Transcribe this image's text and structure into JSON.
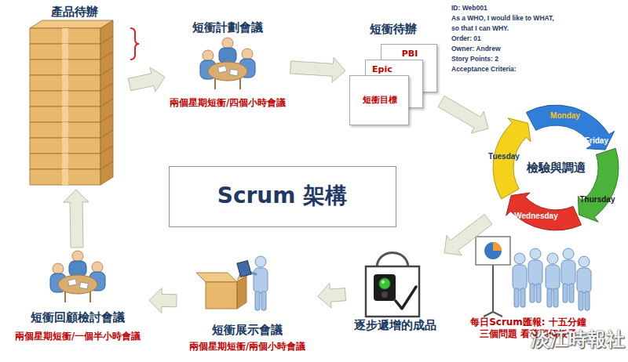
{
  "diagram": {
    "nodes": [
      {
        "text": [
          "產品待辦"
        ]
      },
      {
        "text": [
          "短衝計劃會議",
          "兩個星期短衝/四個小時會議"
        ]
      },
      {
        "text": [
          "短衝待辦"
        ]
      },
      {
        "text": [
          "PBI"
        ],
        "in": 2
      },
      {
        "text": [
          "Epic"
        ],
        "in": 2
      },
      {
        "text": [
          "短衝目標"
        ],
        "in": 2
      },
      {
        "text": [
          "檢驗與調適"
        ]
      },
      {
        "text": [
          "每日Scrum匯報: 十五分鐘 三個問題 看著那個板子"
        ]
      },
      {
        "text": [
          "逐步遞增的成品"
        ]
      },
      {
        "text": [
          "短衝展示會議",
          "兩個星期短衝/兩個小時會議"
        ]
      },
      {
        "text": [
          "短衝回顧檢討會議",
          "兩個星期短衝/一個半小時會議"
        ]
      },
      {
        "text": [
          "Scrum 架構"
        ]
      }
    ],
    "edges": [
      {
        "from": 0,
        "to": 1,
        "arrow": "to"
      },
      {
        "from": 1,
        "to": 2,
        "arrow": "to"
      },
      {
        "from": 2,
        "to": 6,
        "arrow": "to"
      },
      {
        "from": 6,
        "to": 8,
        "arrow": "to"
      },
      {
        "from": 8,
        "to": 9,
        "arrow": "to"
      },
      {
        "from": 9,
        "to": 10,
        "arrow": "to"
      },
      {
        "from": 10,
        "to": 0,
        "arrow": "to"
      }
    ],
    "labels": [
      "ID: Web001",
      "As a WHO, I would like to WHAT, so that I can WHY.",
      "Order: 01",
      "Owner: Andrew",
      "Story Points: 2",
      "Acceptance Criteria:",
      "Monday",
      "Friday",
      "Tuesday",
      "Thursday",
      "Wednesday",
      "淡江時報社"
    ]
  }
}
